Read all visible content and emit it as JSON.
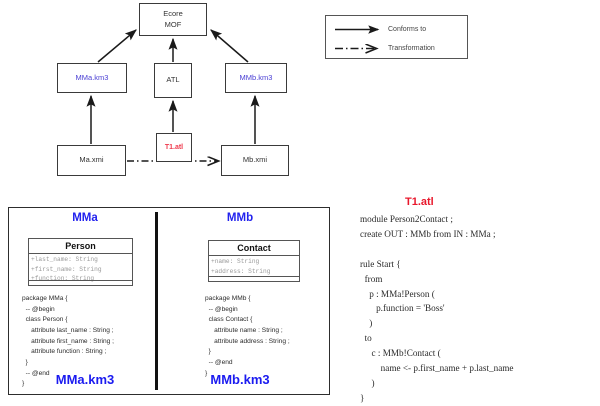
{
  "diagram": {
    "boxes": {
      "ecore": "Ecore\nMOF",
      "ecore_line1": "Ecore",
      "ecore_line2": "MOF",
      "mma_km3": "MMa.km3",
      "atl": "ATL",
      "mmb_km3": "MMb.km3",
      "t1_atl": "T1.atl",
      "ma_xmi": "Ma.xmi",
      "mb_xmi": "Mb.xmi"
    }
  },
  "legend": {
    "items": [
      {
        "label": "Conforms to",
        "style": "solid-arrow"
      },
      {
        "label": "Transformation",
        "style": "dash-dot-arrow"
      }
    ]
  },
  "metamodels": {
    "left": {
      "title": "MMa",
      "footer": "MMa.km3",
      "uml": {
        "class_name": "Person",
        "attributes": [
          "+last_name: String",
          "+first_name: String",
          "+function: String"
        ]
      },
      "code": "package MMa {\n  -- @begin\n  class Person {\n     attribute last_name : String ;\n     attribute first_name : String ;\n     attribute function : String ;\n  }\n  -- @end\n}"
    },
    "right": {
      "title": "MMb",
      "footer": "MMb.km3",
      "uml": {
        "class_name": "Contact",
        "attributes": [
          "+name: String",
          "+address: String"
        ]
      },
      "code": "package MMb {\n  -- @begin\n  class Contact {\n     attribute name : String ;\n     attribute address : String ;\n  }\n  -- @end\n}"
    }
  },
  "transformation": {
    "title": "T1.atl",
    "code": "module Person2Contact ;\ncreate OUT : MMb from IN : MMa ;\n\nrule Start {\n  from\n    p : MMa!Person (\n       p.function = 'Boss'\n    )\n  to\n     c : MMb!Contact (\n         name <- p.first_name + p.last_name\n     )\n}"
  },
  "colors": {
    "blue_label": "#4a3fd4",
    "blue_title": "#2222ee",
    "red_label": "#e8182c",
    "box_border": "#3a3a3a",
    "attr_gray": "#9a9a9a"
  }
}
